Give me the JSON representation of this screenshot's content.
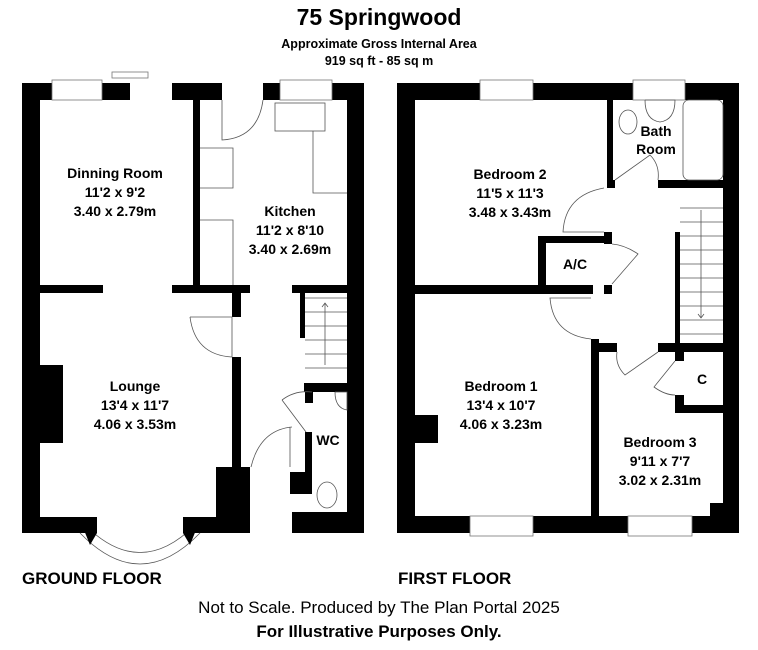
{
  "header": {
    "title": "75 Springwood",
    "subtitle": "Approximate Gross Internal Area",
    "area": "919 sq ft - 85 sq m"
  },
  "ground_floor": {
    "label": "GROUND FLOOR",
    "rooms": [
      {
        "name": "Dinning Room",
        "imperial": "11'2 x 9'2",
        "metric": "3.40 x 2.79m"
      },
      {
        "name": "Kitchen",
        "imperial": "11'2 x 8'10",
        "metric": "3.40 x 2.69m"
      },
      {
        "name": "Lounge",
        "imperial": "13'4 x 11'7",
        "metric": "4.06 x 3.53m"
      },
      {
        "name": "WC"
      }
    ]
  },
  "first_floor": {
    "label": "FIRST FLOOR",
    "rooms": [
      {
        "name": "Bedroom 2",
        "imperial": "11'5 x 11'3",
        "metric": "3.48 x 3.43m"
      },
      {
        "name": "Bath",
        "name2": "Room"
      },
      {
        "name": "A/C"
      },
      {
        "name": "Bedroom 1",
        "imperial": "13'4 x 10'7",
        "metric": "4.06 x 3.23m"
      },
      {
        "name": "C"
      },
      {
        "name": "Bedroom 3",
        "imperial": "9'11 x 7'7",
        "metric": "3.02 x 2.31m"
      }
    ]
  },
  "footer": {
    "note": "Not to Scale. Produced by The Plan Portal 2025",
    "disclaimer": "For Illustrative Purposes Only."
  }
}
